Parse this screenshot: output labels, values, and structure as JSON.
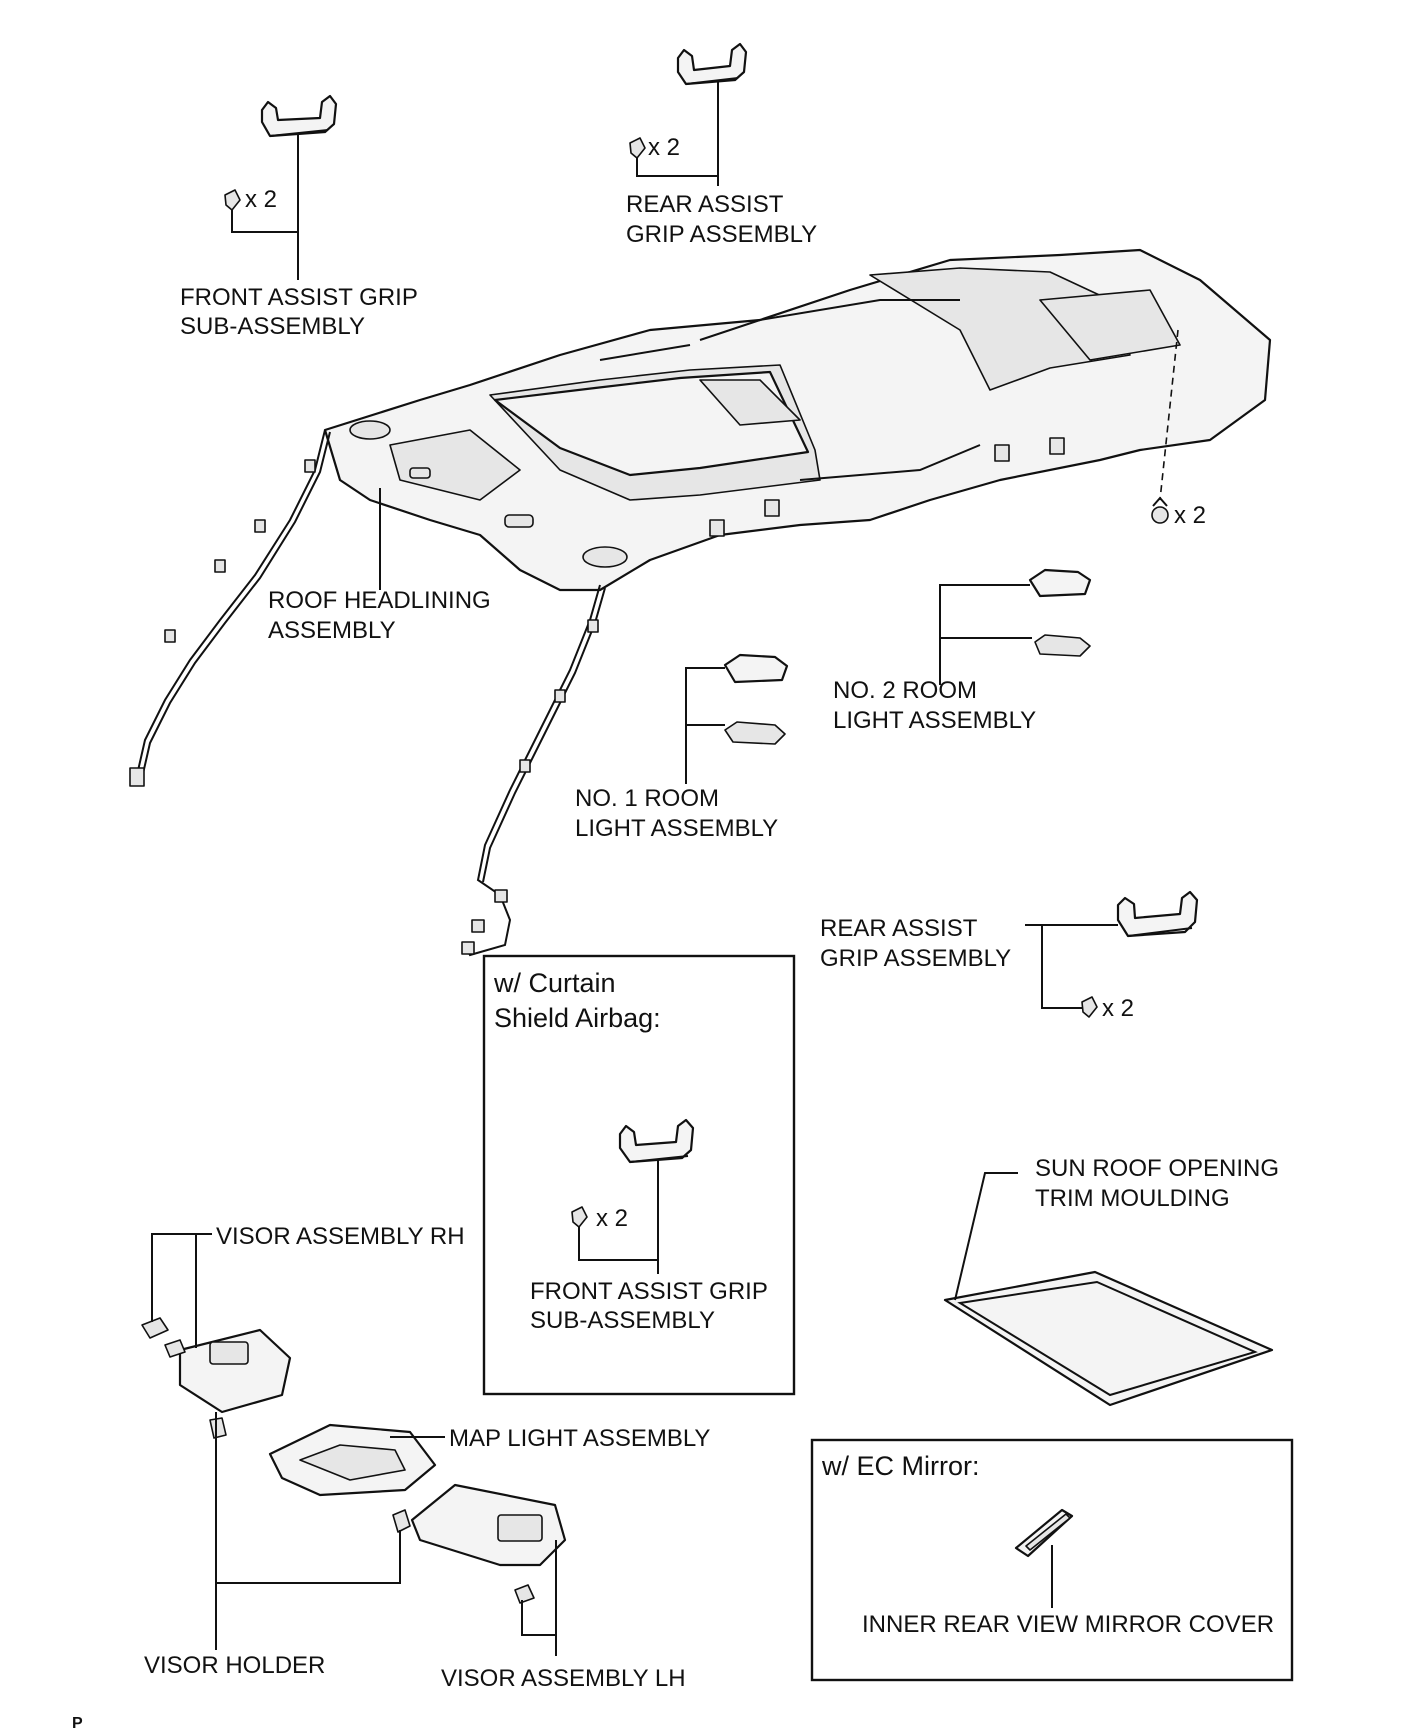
{
  "labels": {
    "front_grip_top_l1": "FRONT ASSIST GRIP",
    "front_grip_top_l2": "SUB-ASSEMBLY",
    "clip_qty_1": "x 2",
    "rear_grip_top_l1": "REAR ASSIST",
    "rear_grip_top_l2": "GRIP ASSEMBLY",
    "clip_qty_2": "x 2",
    "clip_qty_3": "x 2",
    "roof_headlining_l1": "ROOF HEADLINING",
    "roof_headlining_l2": "ASSEMBLY",
    "no2_room_l1": "NO. 2 ROOM",
    "no2_room_l2": "LIGHT ASSEMBLY",
    "no1_room_l1": "NO. 1 ROOM",
    "no1_room_l2": "LIGHT ASSEMBLY",
    "rear_grip_mid_l1": "REAR ASSIST",
    "rear_grip_mid_l2": "GRIP ASSEMBLY",
    "clip_qty_4": "x 2",
    "curtain_box_l1": "w/ Curtain",
    "curtain_box_l2": "Shield Airbag:",
    "clip_qty_5": "x 2",
    "front_grip_box_l1": "FRONT ASSIST GRIP",
    "front_grip_box_l2": "SUB-ASSEMBLY",
    "sunroof_trim_l1": "SUN ROOF OPENING",
    "sunroof_trim_l2": "TRIM MOULDING",
    "visor_rh": "VISOR ASSEMBLY RH",
    "map_light": "MAP LIGHT ASSEMBLY",
    "ec_box_title": "w/ EC Mirror:",
    "mirror_cover": "INNER REAR VIEW MIRROR COVER",
    "visor_holder": "VISOR HOLDER",
    "visor_lh": "VISOR ASSEMBLY LH",
    "corner_mark": "P"
  }
}
